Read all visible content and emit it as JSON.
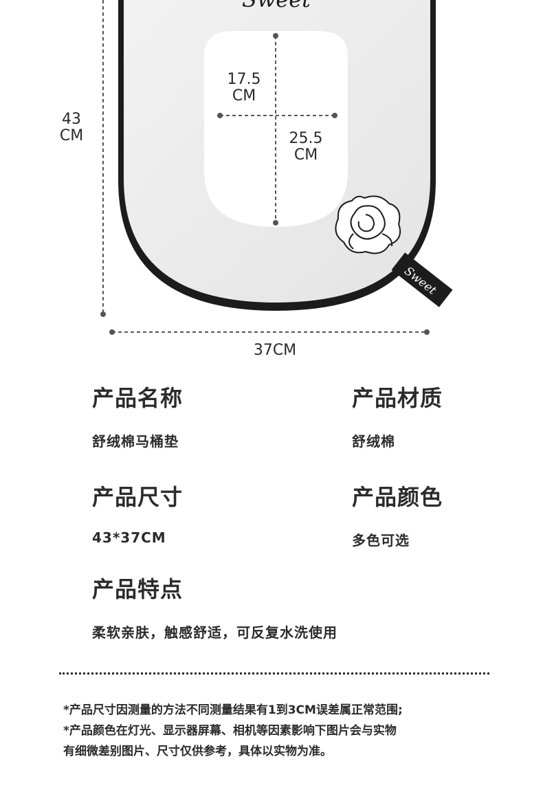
{
  "product_image": {
    "brand_text": "Sweet",
    "tag_text": "Sweet",
    "dimensions": {
      "height_number": "43",
      "height_unit": "CM",
      "width": "37CM",
      "inner_width_number": "17.5",
      "inner_width_unit": "CM",
      "inner_height_number": "25.5",
      "inner_height_unit": "CM"
    }
  },
  "specs": {
    "name": {
      "title": "产品名称",
      "value": "舒绒棉马桶垫"
    },
    "material": {
      "title": "产品材质",
      "value": "舒绒棉"
    },
    "size": {
      "title": "产品尺寸",
      "value": "43*37CM"
    },
    "color": {
      "title": "产品颜色",
      "value": "多色可选"
    },
    "features": {
      "title": "产品特点",
      "value": "柔软亲肤，触感舒适，可反复水洗使用"
    }
  },
  "notes": [
    "*产品尺寸因测量的方法不同测量结果有1到3CM误差属正常范围;",
    "*产品颜色在灯光、显示器屏幕、相机等因素影响下图片会与实物",
    "有细微差别图片、尺寸仅供参考，具体以实物为准。"
  ]
}
